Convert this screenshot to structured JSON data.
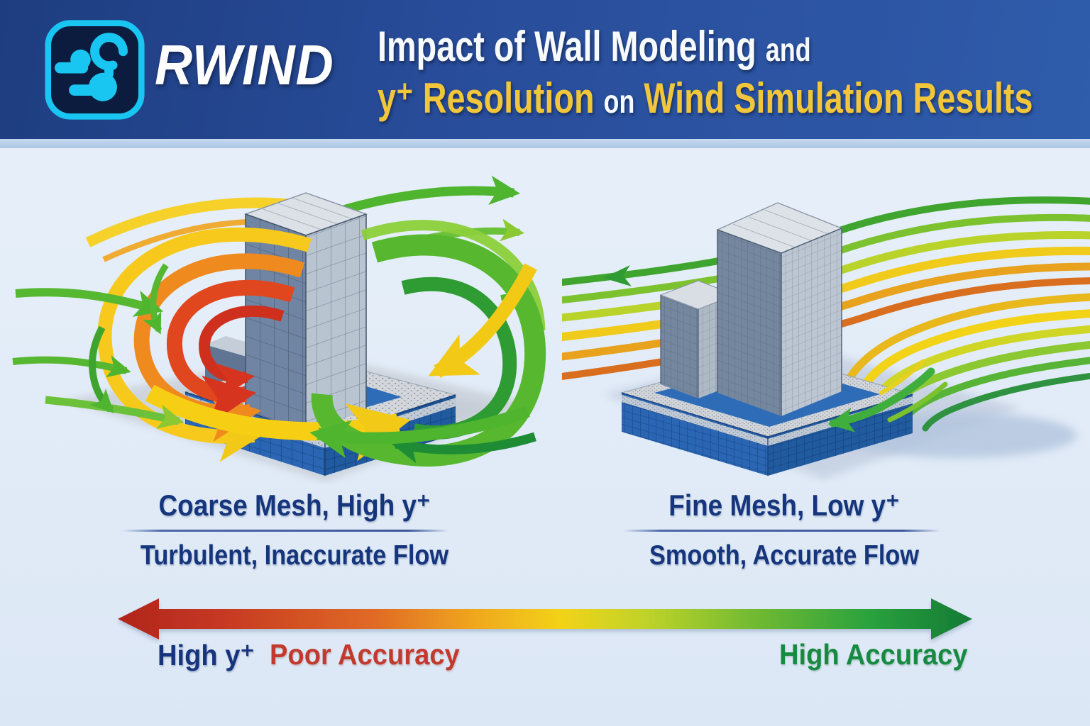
{
  "header": {
    "brand": "RWIND",
    "title_l1_a": "Impact of",
    "title_l1_b": "Wall Modeling",
    "title_l1_c": "and",
    "title_l2_a": "y⁺ Resolution",
    "title_l2_b": "on",
    "title_l2_c": "Wind Simulation Results"
  },
  "left_panel": {
    "heading": "Coarse Mesh, High y⁺",
    "subheading": "Turbulent, Inaccurate Flow",
    "illustration": "building-coarse-mesh-turbulent-swirl-arrows"
  },
  "right_panel": {
    "heading": "Fine Mesh, Low y⁺",
    "subheading": "Smooth, Accurate Flow",
    "illustration": "buildings-fine-mesh-smooth-streamlines"
  },
  "accuracy_scale": {
    "label_left": "High y⁺",
    "label_poor": "Poor Accuracy",
    "label_high": "High Accuracy"
  },
  "icons": {
    "logo": "rwind-wind-swirl-icon"
  },
  "colors": {
    "header_blue": "#284c99",
    "accent_yellow": "#f1c63b",
    "navy_text": "#15357c",
    "poor_red": "#c23a2d",
    "high_green": "#178a42",
    "logo_cyan": "#18c6f1",
    "mesh_base_blue": "#2a66b4",
    "scale_gradient": [
      "#b0251c",
      "#e06a25",
      "#f2d318",
      "#74bb31",
      "#147a35"
    ]
  }
}
